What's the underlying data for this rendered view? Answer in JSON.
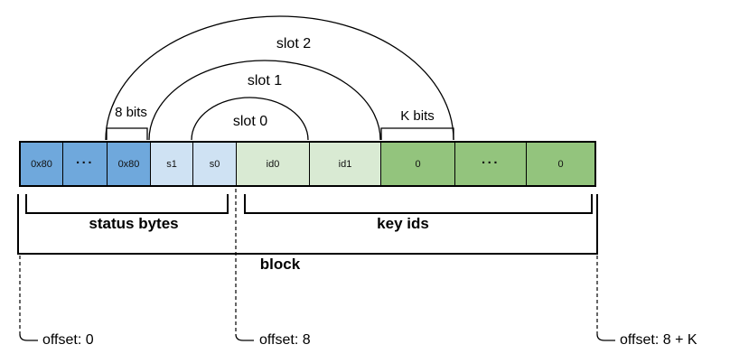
{
  "colors": {
    "status_byte_fill": "#6fa8dc",
    "status_slot_fill": "#cfe2f3",
    "key_id_fill": "#d9ead3",
    "key_id_zero_fill": "#93c47d",
    "line": "#000000",
    "background": "#ffffff"
  },
  "row": {
    "cells": [
      {
        "label": "0x80",
        "type": "status-byte"
      },
      {
        "label": "...",
        "type": "status-byte"
      },
      {
        "label": "0x80",
        "type": "status-byte"
      },
      {
        "label": "s1",
        "type": "status-slot"
      },
      {
        "label": "s0",
        "type": "status-slot"
      },
      {
        "label": "id0",
        "type": "key-id"
      },
      {
        "label": "id1",
        "type": "key-id"
      },
      {
        "label": "0",
        "type": "key-id-zero"
      },
      {
        "label": "...",
        "type": "key-id-zero"
      },
      {
        "label": "0",
        "type": "key-id-zero"
      }
    ]
  },
  "arcs": [
    {
      "label": "slot 0"
    },
    {
      "label": "slot 1"
    },
    {
      "label": "slot 2"
    }
  ],
  "size_labels": {
    "status_byte_bits": "8 bits",
    "key_id_bits": "K bits"
  },
  "brackets": {
    "status": "status bytes",
    "key_ids": "key ids",
    "block": "block"
  },
  "offsets": [
    {
      "label": "offset: 0"
    },
    {
      "label": "offset: 8"
    },
    {
      "label": "offset: 8 + K"
    }
  ]
}
